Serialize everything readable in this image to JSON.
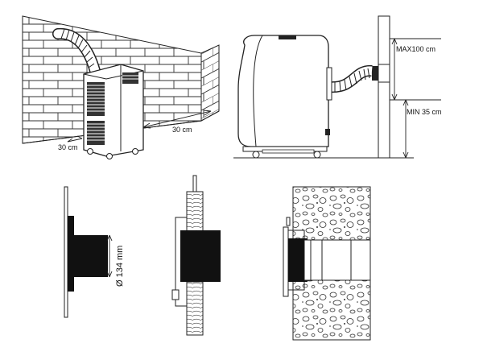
{
  "labels": {
    "wall_distance_right": "30 cm",
    "wall_distance_left": "30 cm",
    "max_height": "MAX100 cm",
    "min_height": "MIN 35 cm",
    "hole_diameter": "Ø 134 mm"
  }
}
